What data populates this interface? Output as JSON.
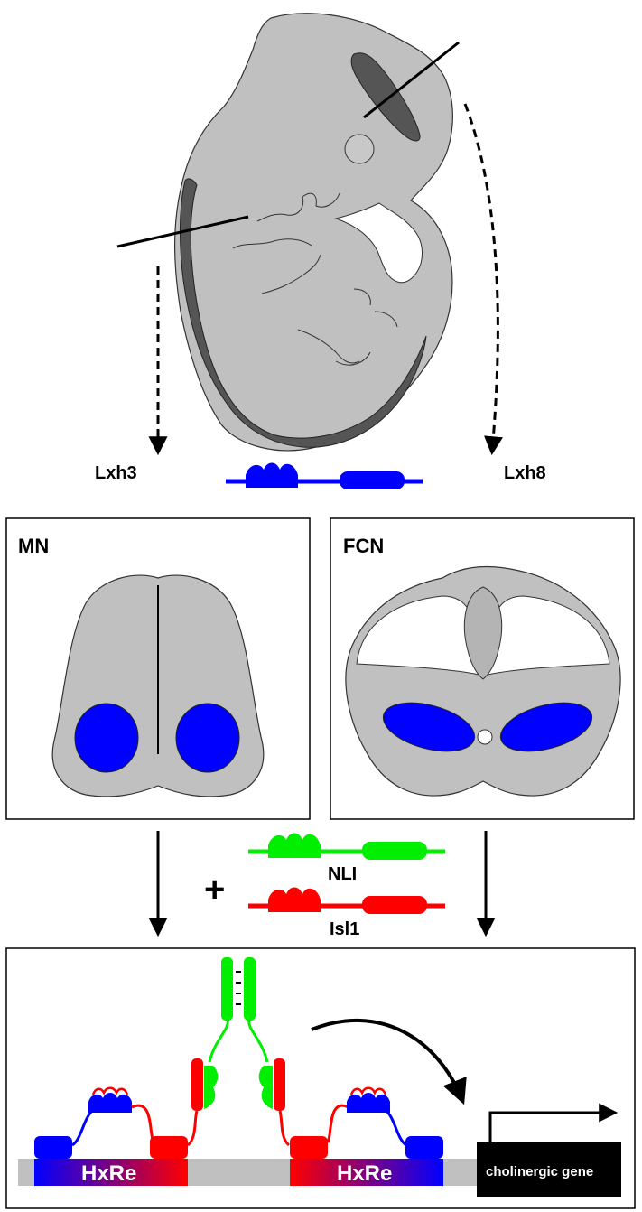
{
  "arrows": {
    "left_label": "Lxh3",
    "right_label": "Lxh8"
  },
  "panels": {
    "left_title": "MN",
    "right_title": "FCN"
  },
  "cofactors": {
    "plus": "+",
    "nli_label": "NLI",
    "isl1_label": "Isl1"
  },
  "bottom": {
    "element_left": "HxRe",
    "element_right": "HxRe",
    "gene_label": "cholinergic gene"
  },
  "colors": {
    "lhx_protein": "#0000ff",
    "nli_protein": "#00ee00",
    "isl1_protein": "#ff0000",
    "tissue_gray": "#c0c0c0",
    "dark_region": "#555555"
  }
}
